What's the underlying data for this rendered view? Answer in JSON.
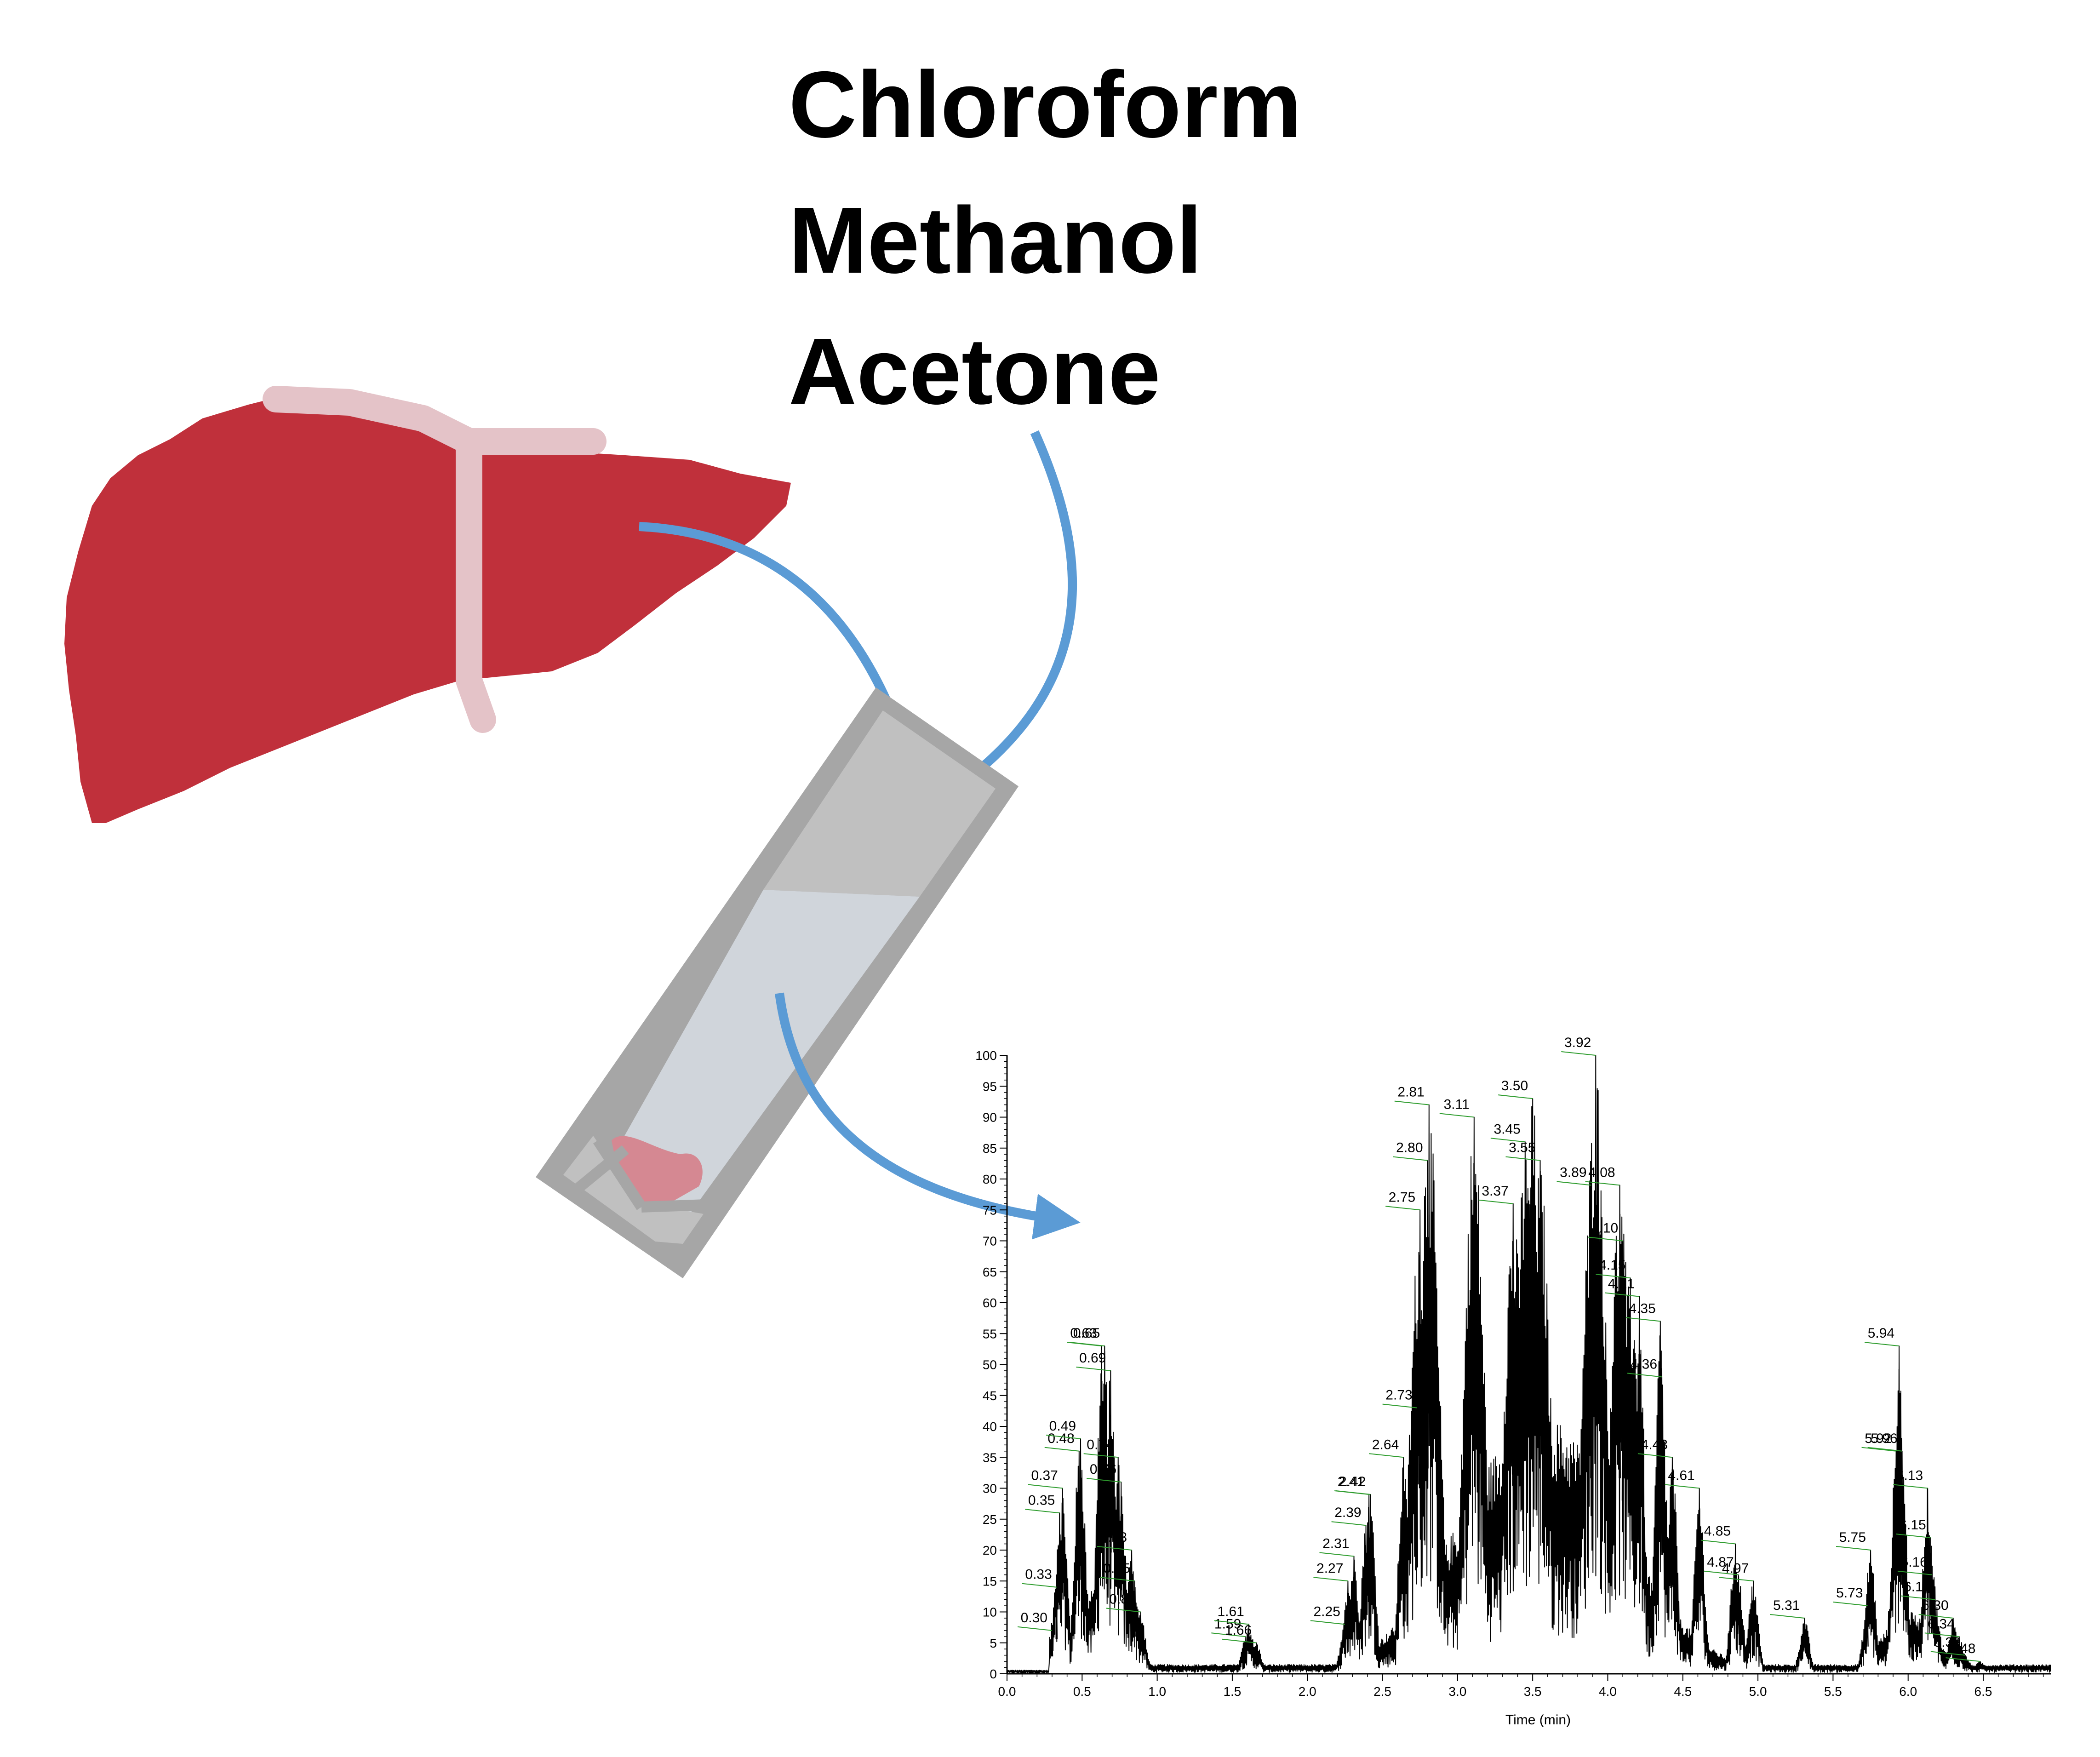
{
  "solvents": [
    "Chloroform",
    "Methanol",
    "Acetone"
  ],
  "colors": {
    "liver": "#c0303b",
    "liver_vessels": "#e4c3c8",
    "arrow": "#5b9bd5",
    "vial_frame": "#a6a6a6",
    "vial_headspace": "#c0c0c0",
    "vial_liquid": "#d0d5db",
    "tissue_sample": "#d58892",
    "trace": "#000000",
    "label_leader": "#2e9c2e"
  },
  "icons": [
    "liver-icon",
    "vial-icon",
    "arrow-icon"
  ],
  "chart_data": {
    "type": "line",
    "xlabel": "Time (min)",
    "xlim": [
      0,
      6.95
    ],
    "ylim": [
      0,
      100
    ],
    "x_ticks": [
      "0.0",
      "0.5",
      "1.0",
      "1.5",
      "2.0",
      "2.5",
      "3.0",
      "3.5",
      "4.0",
      "4.5",
      "5.0",
      "5.5",
      "6.0",
      "6.5"
    ],
    "y_ticks": [
      "0",
      "5",
      "10",
      "15",
      "20",
      "25",
      "30",
      "35",
      "40",
      "45",
      "50",
      "55",
      "60",
      "65",
      "70",
      "75",
      "80",
      "85",
      "90",
      "95",
      "100"
    ],
    "peaks": [
      {
        "x": 0.3,
        "y": 7,
        "label": "0.30"
      },
      {
        "x": 0.33,
        "y": 14,
        "label": "0.33"
      },
      {
        "x": 0.35,
        "y": 26,
        "label": "0.35"
      },
      {
        "x": 0.37,
        "y": 30,
        "label": "0.37"
      },
      {
        "x": 0.48,
        "y": 36,
        "label": "0.48"
      },
      {
        "x": 0.49,
        "y": 38,
        "label": "0.49"
      },
      {
        "x": 0.65,
        "y": 53,
        "label": "0.65"
      },
      {
        "x": 0.63,
        "y": 53,
        "label": "0.63"
      },
      {
        "x": 0.69,
        "y": 49,
        "label": "0.69"
      },
      {
        "x": 0.74,
        "y": 35,
        "label": "0.74"
      },
      {
        "x": 0.76,
        "y": 31,
        "label": "0.76"
      },
      {
        "x": 0.83,
        "y": 20,
        "label": "0.83"
      },
      {
        "x": 0.85,
        "y": 15,
        "label": "0.85"
      },
      {
        "x": 0.89,
        "y": 10,
        "label": "0.89"
      },
      {
        "x": 1.59,
        "y": 6,
        "label": "1.59"
      },
      {
        "x": 1.61,
        "y": 8,
        "label": "1.61"
      },
      {
        "x": 1.66,
        "y": 5,
        "label": "1.66"
      },
      {
        "x": 2.25,
        "y": 8,
        "label": "2.25"
      },
      {
        "x": 2.27,
        "y": 15,
        "label": "2.27"
      },
      {
        "x": 2.31,
        "y": 19,
        "label": "2.31"
      },
      {
        "x": 2.39,
        "y": 24,
        "label": "2.39"
      },
      {
        "x": 2.41,
        "y": 29,
        "label": "2.41"
      },
      {
        "x": 2.42,
        "y": 29,
        "label": "2.42"
      },
      {
        "x": 2.64,
        "y": 35,
        "label": "2.64"
      },
      {
        "x": 2.73,
        "y": 43,
        "label": "2.73"
      },
      {
        "x": 2.75,
        "y": 75,
        "label": "2.75"
      },
      {
        "x": 2.8,
        "y": 83,
        "label": "2.80"
      },
      {
        "x": 2.81,
        "y": 92,
        "label": "2.81"
      },
      {
        "x": 3.11,
        "y": 90,
        "label": "3.11"
      },
      {
        "x": 3.37,
        "y": 76,
        "label": "3.37"
      },
      {
        "x": 3.45,
        "y": 86,
        "label": "3.45"
      },
      {
        "x": 3.5,
        "y": 93,
        "label": "3.50"
      },
      {
        "x": 3.55,
        "y": 83,
        "label": "3.55"
      },
      {
        "x": 3.89,
        "y": 79,
        "label": "3.89"
      },
      {
        "x": 3.92,
        "y": 100,
        "label": "3.92"
      },
      {
        "x": 4.08,
        "y": 79,
        "label": "4.08"
      },
      {
        "x": 4.1,
        "y": 70,
        "label": "4.10"
      },
      {
        "x": 4.15,
        "y": 64,
        "label": "4.15"
      },
      {
        "x": 4.21,
        "y": 61,
        "label": "4.21"
      },
      {
        "x": 4.35,
        "y": 57,
        "label": "4.35"
      },
      {
        "x": 4.36,
        "y": 48,
        "label": "4.36"
      },
      {
        "x": 4.43,
        "y": 35,
        "label": "4.43"
      },
      {
        "x": 4.61,
        "y": 30,
        "label": "4.61"
      },
      {
        "x": 4.85,
        "y": 21,
        "label": "4.85"
      },
      {
        "x": 4.87,
        "y": 16,
        "label": "4.87"
      },
      {
        "x": 4.97,
        "y": 15,
        "label": "4.97"
      },
      {
        "x": 5.31,
        "y": 9,
        "label": "5.31"
      },
      {
        "x": 5.73,
        "y": 11,
        "label": "5.73"
      },
      {
        "x": 5.75,
        "y": 20,
        "label": "5.75"
      },
      {
        "x": 5.92,
        "y": 36,
        "label": "5.92"
      },
      {
        "x": 5.94,
        "y": 53,
        "label": "5.94"
      },
      {
        "x": 5.96,
        "y": 36,
        "label": "5.96"
      },
      {
        "x": 6.13,
        "y": 30,
        "label": "6.13"
      },
      {
        "x": 6.15,
        "y": 22,
        "label": "6.15"
      },
      {
        "x": 6.16,
        "y": 16,
        "label": "6.16"
      },
      {
        "x": 6.18,
        "y": 12,
        "label": "6.18"
      },
      {
        "x": 6.3,
        "y": 9,
        "label": "6.30"
      },
      {
        "x": 6.34,
        "y": 6,
        "label": "6.34"
      },
      {
        "x": 6.38,
        "y": 3,
        "label": "6.38"
      },
      {
        "x": 6.48,
        "y": 2,
        "label": "6.48"
      }
    ]
  }
}
